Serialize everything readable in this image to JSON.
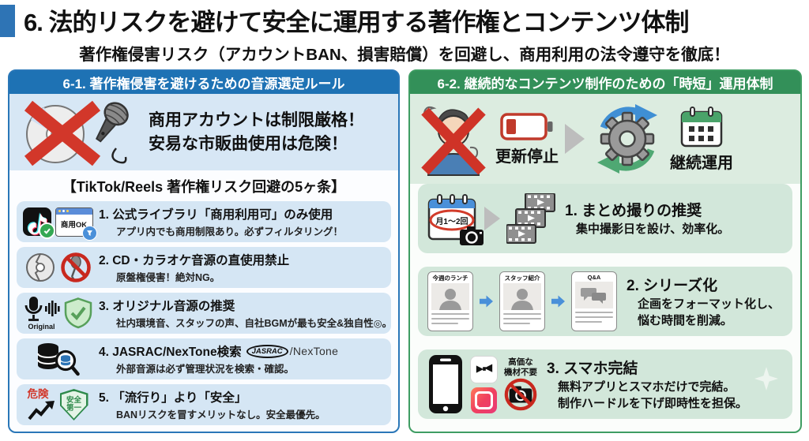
{
  "page": {
    "title": "6. 法的リスクを避けて安全に運用する著作権とコンテンツ体制",
    "subtitle": "著作権侵害リスク（アカウントBAN、損害賠償）を回避し、商用利用の法令遵守を徹底！"
  },
  "colors": {
    "left_accent": "#1e72b4",
    "right_accent": "#339059",
    "danger_red": "#d2372a",
    "row_blue": "#d5e6f4",
    "row_green": "#d2e7da"
  },
  "left_panel": {
    "header": "6-1. 著作権侵害を避けるための音源選定ルール",
    "hero_text": "商用アカウントは制限厳格！\n安易な市販曲使用は危険！",
    "list_heading": "【TikTok/Reels 著作権リスク回避の5ヶ条】",
    "items": [
      {
        "title": "1. 公式ライブラリ「商用利用可」のみ使用",
        "desc": "アプリ内でも商用制限あり。必ずフィルタリング！",
        "browser_badge": "商用OK"
      },
      {
        "title": "2. CD・カラオケ音源の直使用禁止",
        "desc": "原盤権侵害！絶対NG。"
      },
      {
        "title": "3. オリジナル音源の推奨",
        "desc": "社内環境音、スタッフの声、自社BGMが最も安全&独自性◎。",
        "mic_label": "Original"
      },
      {
        "title": "4. JASRAC/NexTone検索",
        "desc": "外部音源は必ず管理状況を検索・確認。",
        "logo_oval": "JASRAC",
        "logo_suffix": "/NexTone"
      },
      {
        "title": "5. 「流行り」より「安全」",
        "desc": "BANリスクを冒すメリットなし。安全最優先。",
        "danger_label": "危険",
        "shield_label": "安全\n第一"
      }
    ]
  },
  "right_panel": {
    "header": "6-2. 継続的なコンテンツ制作のための「時短」運用体制",
    "hero": {
      "before_label": "更新停止",
      "after_label": "継続運用"
    },
    "items": [
      {
        "title": "1. まとめ撮りの推奨",
        "desc": "集中撮影日を設け、効率化。",
        "calendar_label": "月1～2回"
      },
      {
        "title": "2. シリーズ化",
        "desc": "企画をフォーマット化し、\n悩む時間を削減。",
        "cards": [
          "今週のランチ",
          "スタッフ紹介",
          "Q&A"
        ]
      },
      {
        "title": "3. スマホ完結",
        "desc": "無料アプリとスマホだけで完結。\n制作ハードルを下げ即時性を担保。",
        "equip_label": "高価な\n機材不要"
      }
    ]
  }
}
